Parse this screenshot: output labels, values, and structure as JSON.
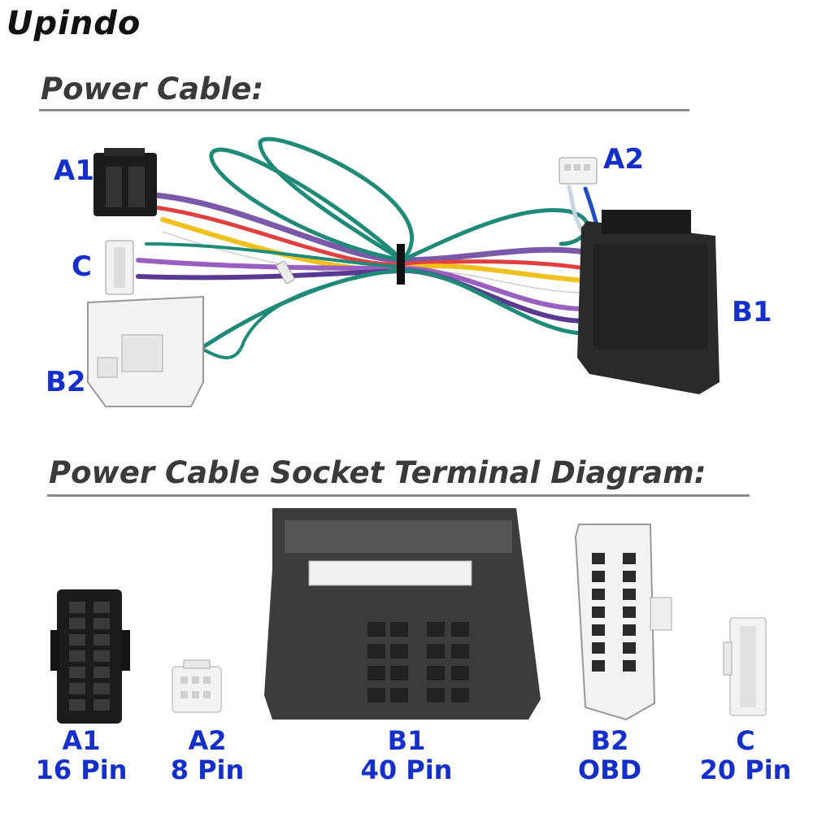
{
  "brand": "Upindo",
  "section_top": {
    "title": "Power Cable:"
  },
  "section_bottom": {
    "title": "Power Cable Socket Terminal Diagram:"
  },
  "photo_labels": {
    "a1": "A1",
    "a2": "A2",
    "c": "C",
    "b1": "B1",
    "b2": "B2"
  },
  "terminals": [
    {
      "id": "A1",
      "spec": "16 Pin"
    },
    {
      "id": "A2",
      "spec": "8 Pin"
    },
    {
      "id": "B1",
      "spec": "40 Pin"
    },
    {
      "id": "B2",
      "spec": "OBD"
    },
    {
      "id": "C",
      "spec": "20 Pin"
    }
  ],
  "colors": {
    "label_blue": "#1430c8",
    "heading_gray": "#3a3a3a",
    "wire_green": "#1f8a78",
    "connector_black": "#1c1c1c",
    "connector_white": "#f2f2f2"
  }
}
